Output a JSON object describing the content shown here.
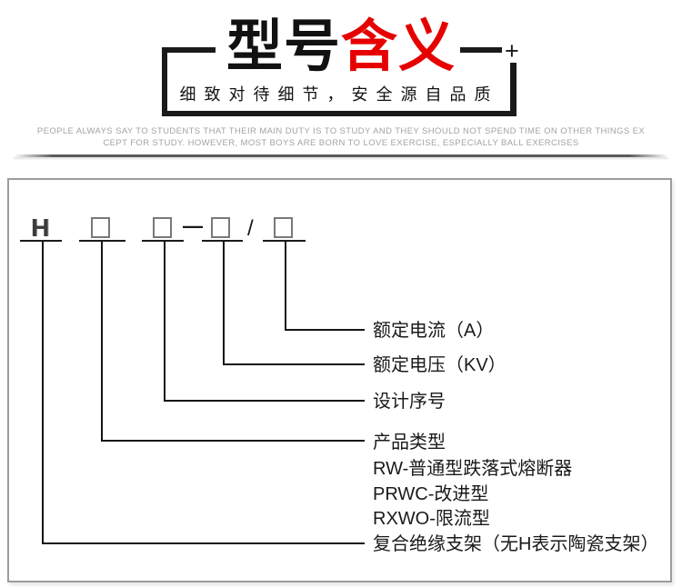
{
  "header": {
    "title": {
      "black_part": "型号",
      "red_part": "含义",
      "red_color": "#e60000"
    },
    "corner_plus": "+",
    "banner_slogan": "细致对待细节，安全源自品质",
    "tagline": {
      "line1": "PEOPLE ALWAYS SAY TO STUDENTS THAT THEIR MAIN DUTY IS TO STUDY AND THEY SHOULD NOT SPEND TIME ON OTHER THINGS EX",
      "line2": "CEPT FOR STUDY. HOWEVER, MOST BOYS ARE BORN TO LOVE EXERCISE, ESPECIALLY BALL EXERCISES"
    }
  },
  "diagram": {
    "model_prefix": "H",
    "dash_separator": "—",
    "slash_separator": "/",
    "callouts": {
      "rated_current": "额定电流（A）",
      "rated_voltage": "额定电压（KV）",
      "design_serial": "设计序号",
      "product_type": "产品类型",
      "bracket": "复合绝缘支架（无H表示陶瓷支架）"
    },
    "product_type_items": [
      "RW-普通型跌落式熔断器",
      "PRWC-改进型",
      "RXWO-限流型"
    ]
  }
}
